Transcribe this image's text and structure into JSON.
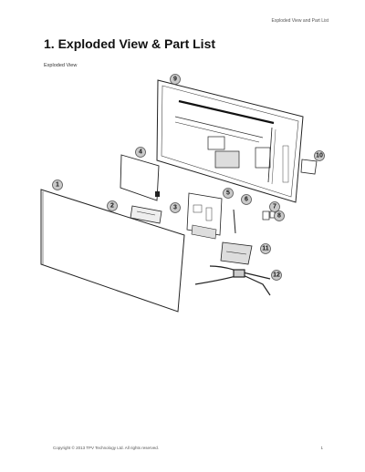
{
  "header": {
    "running_title": "Exploded View and Part List"
  },
  "title": "1. Exploded View & Part List",
  "subtitle": "Exploded View",
  "footer": {
    "copyright": "Copyright © 2013 TPV Technology Ltd. All rights reserved.",
    "page": "1"
  },
  "callouts": [
    "1",
    "2",
    "3",
    "4",
    "5",
    "6",
    "7",
    "8",
    "9",
    "10",
    "11",
    "12"
  ]
}
